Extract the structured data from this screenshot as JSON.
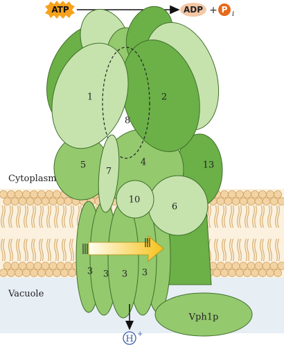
{
  "reaction": {
    "atp": "ATP",
    "adp": "ADP",
    "plus": "+",
    "pi_letter": "P",
    "pi_sub": "i"
  },
  "regions": {
    "cytoplasm": "Cytoplasm",
    "vacuole": "Vacuole"
  },
  "subunits": {
    "s1": "1",
    "s2": "2",
    "s3a": "3",
    "s3b": "3",
    "s3c": "3",
    "s3d": "3",
    "s4": "4",
    "s5": "5",
    "s6": "6",
    "s7": "7",
    "s8": "8",
    "s10": "10",
    "s13": "13",
    "vph1p": "Vph1p"
  },
  "proton": {
    "letter": "H",
    "charge": "+"
  },
  "colors": {
    "dark_green": "#6cb048",
    "mid_green": "#94c96e",
    "light_green": "#c6e3ad",
    "pale_green": "#d8ecc4",
    "membrane_head": "#f2d3a4",
    "membrane_tail": "#e7c48f",
    "vacuole_bg": "#e7eef4",
    "atp_badge": "#f7a21c",
    "adp_badge": "#f4c7a6",
    "pi_badge": "#e56a1a",
    "proton_ring": "#3a5fa8"
  }
}
